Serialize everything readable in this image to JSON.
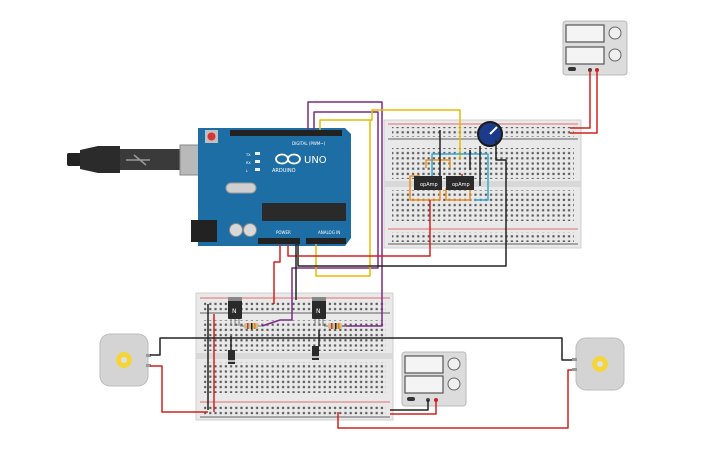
{
  "arduino": {
    "brand": "ARDUINO",
    "model": "UNO",
    "digital_header": "DIGITAL (PWM~)",
    "power_header": "POWER",
    "analog_header": "ANALOG IN",
    "tx_label": "TX",
    "rx_label": "RX",
    "l_label": "L"
  },
  "ics": [
    {
      "label": "opAmp"
    },
    {
      "label": "opAmp"
    }
  ],
  "transistors": [
    {
      "label": "N"
    },
    {
      "label": "N"
    }
  ],
  "colors": {
    "wire_red": "#d3201f",
    "wire_black": "#222222",
    "wire_purple": "#7b2a86",
    "wire_yellow": "#e8b800",
    "wire_orange": "#f0901e",
    "wire_cyan": "#3aa6d0",
    "board_blue": "#1e6ea6",
    "breadboard": "#e9e9e9"
  }
}
